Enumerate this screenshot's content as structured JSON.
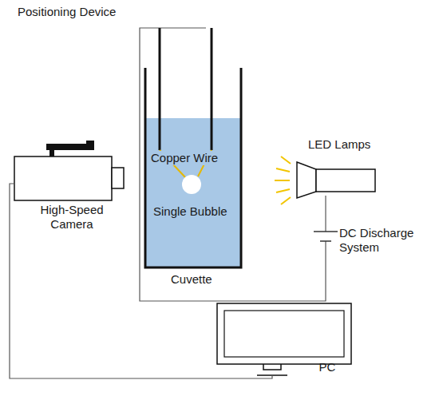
{
  "diagram": {
    "nodes": [
      {
        "text": [
          "High-Speed Camera"
        ]
      },
      {
        "text": [
          "PC"
        ]
      }
    ],
    "edges": [
      {
        "from": 0,
        "to": 1,
        "arrow": "none"
      }
    ],
    "labels": [
      "Positioning Device",
      "Copper Wire",
      "Single Bubble",
      "Cuvette",
      "LED Lamps",
      "DC Discharge System"
    ]
  }
}
